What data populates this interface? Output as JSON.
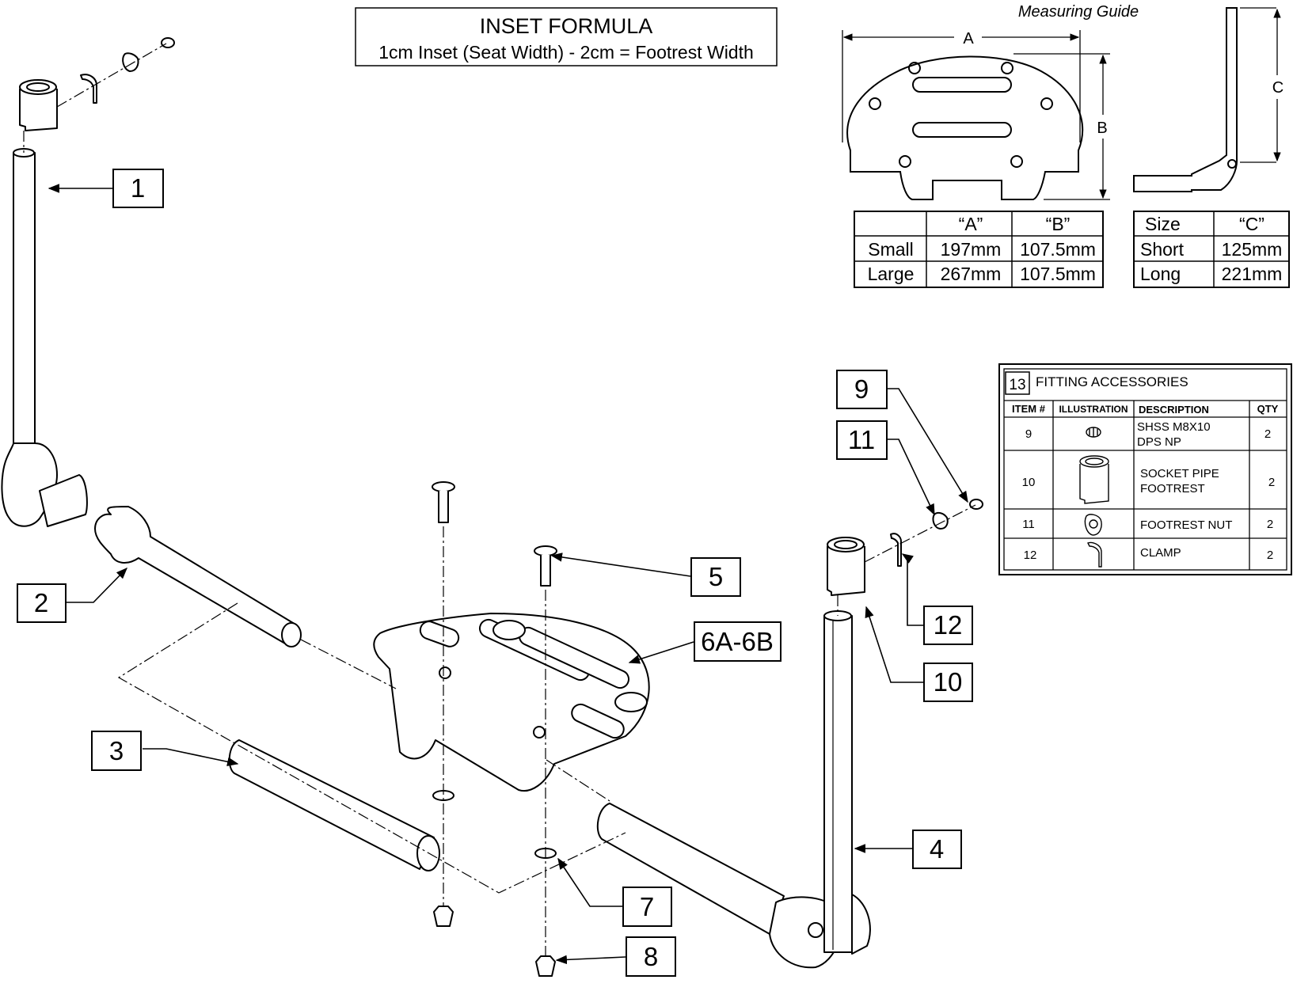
{
  "formula": {
    "title": "INSET FORMULA",
    "text": "1cm Inset (Seat Width) - 2cm = Footrest Width"
  },
  "measuring_guide": {
    "title": "Measuring Guide",
    "dim_a": "A",
    "dim_b": "B",
    "dim_c": "C",
    "plate_table": {
      "headers": [
        "",
        "“A”",
        "“B”"
      ],
      "rows": [
        [
          "Small",
          "197mm",
          "107.5mm"
        ],
        [
          "Large",
          "267mm",
          "107.5mm"
        ]
      ]
    },
    "size_table": {
      "headers": [
        "Size",
        "“C”"
      ],
      "rows": [
        [
          "Short",
          "125mm"
        ],
        [
          "Long",
          "221mm"
        ]
      ]
    }
  },
  "callouts": [
    "1",
    "2",
    "3",
    "4",
    "5",
    "6A-6B",
    "7",
    "8",
    "9",
    "10",
    "11",
    "12"
  ],
  "accessories": {
    "item_number": "13",
    "title": "FITTING ACCESSORIES",
    "headers": [
      "ITEM #",
      "ILLUSTRATION",
      "DESCRIPTION",
      "QTY"
    ],
    "rows": [
      {
        "item": "9",
        "desc1": "SHSS M8X10",
        "desc2": "DPS NP",
        "qty": "2",
        "icon": "set-screw-icon"
      },
      {
        "item": "10",
        "desc1": "SOCKET PIPE",
        "desc2": "FOOTREST",
        "qty": "2",
        "icon": "socket-pipe-icon"
      },
      {
        "item": "11",
        "desc1": "FOOTREST NUT",
        "desc2": "",
        "qty": "2",
        "icon": "footrest-nut-icon"
      },
      {
        "item": "12",
        "desc1": "CLAMP",
        "desc2": "",
        "qty": "2",
        "icon": "clamp-icon"
      }
    ]
  }
}
